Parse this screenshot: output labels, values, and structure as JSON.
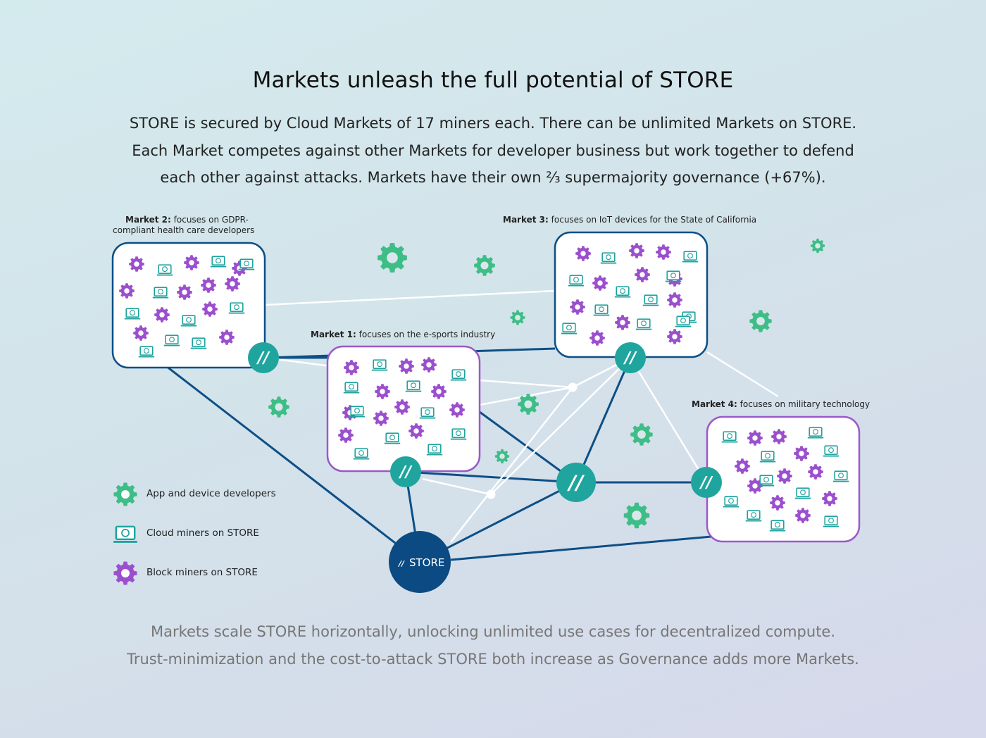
{
  "title": "Markets unleash the full potential of STORE",
  "intro": [
    "STORE is secured by Cloud Markets of 17 miners each. There can be unlimited Markets on STORE.",
    "Each Market competes against other Markets for developer business but work together to defend",
    "each other against attacks. Markets have their own ⅔ supermajority governance (+67%)."
  ],
  "outro": [
    "Markets scale STORE horizontally, unlocking unlimited use cases for decentralized compute.",
    "Trust-minimization and the cost-to-attack STORE both increase as Governance adds more Markets."
  ],
  "markets": {
    "m1": {
      "name": "Market 1:",
      "desc": "focuses on the e-sports industry"
    },
    "m2": {
      "name": "Market 2:",
      "desc_line1": "focuses on GDPR-",
      "desc_line2": "compliant health care developers"
    },
    "m3": {
      "name": "Market 3:",
      "desc": "focuses on IoT devices for the State of California"
    },
    "m4": {
      "name": "Market 4:",
      "desc": "focuses on military technology"
    }
  },
  "store_node": {
    "label": "STORE",
    "mark": "//"
  },
  "hub_glyph": "//",
  "legend": [
    {
      "icon": "green-gear-icon",
      "label": "App and device developers"
    },
    {
      "icon": "laptop-icon",
      "label": "Cloud miners on STORE"
    },
    {
      "icon": "purple-gear-icon",
      "label": "Block miners on STORE"
    }
  ],
  "colors": {
    "developer_gear": "#3dbe86",
    "block_miner_gear": "#9b4fce",
    "laptop": "#1fa39e",
    "hub": "#1fa59d",
    "store": "#0b4a82",
    "link_dark": "#0d4f86",
    "link_light": "#ffffff",
    "market3_border": "#0d4f86",
    "market1_border": "#9b59c8"
  }
}
